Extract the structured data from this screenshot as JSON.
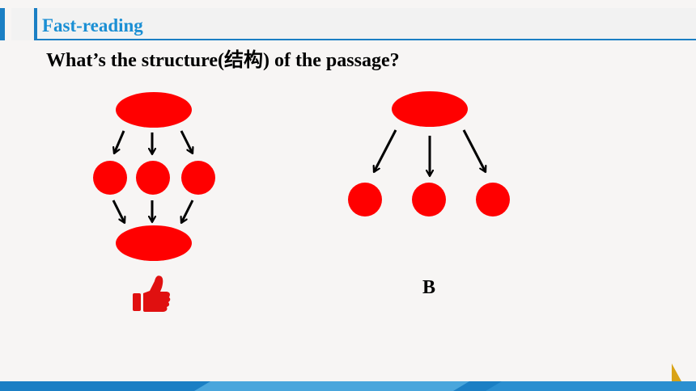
{
  "header": {
    "section_title": "Fast-reading"
  },
  "question": "What’s the structure(结构) of the passage?",
  "option_b_label": "B",
  "colors": {
    "accent": "#1b7fc4",
    "node": "#ff0000",
    "title": "#1b8fd4"
  },
  "icons": {
    "approval": "thumbs-up-icon",
    "corner": "triangle-icon"
  }
}
